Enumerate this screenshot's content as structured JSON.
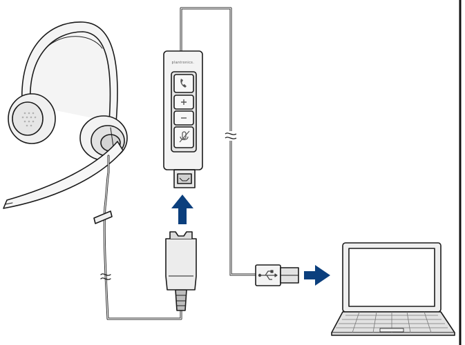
{
  "diagram": {
    "brand_text": "plantronics.",
    "arrow_color": "#0b3f7d",
    "line_color": "#1a1a1a",
    "light_gray": "#f0f0f0",
    "mid_gray": "#cfcfcf",
    "dark_gray": "#9a9a9a",
    "border_color": "#111111",
    "components": [
      "headset",
      "qd-connector",
      "usb-adapter",
      "usb-plug",
      "laptop"
    ],
    "control_buttons": [
      "call-icon",
      "volume-up-icon",
      "volume-down-icon",
      "mute-icon"
    ],
    "arrows": [
      {
        "name": "up-arrow",
        "direction": "up"
      },
      {
        "name": "right-arrow",
        "direction": "right"
      }
    ]
  }
}
